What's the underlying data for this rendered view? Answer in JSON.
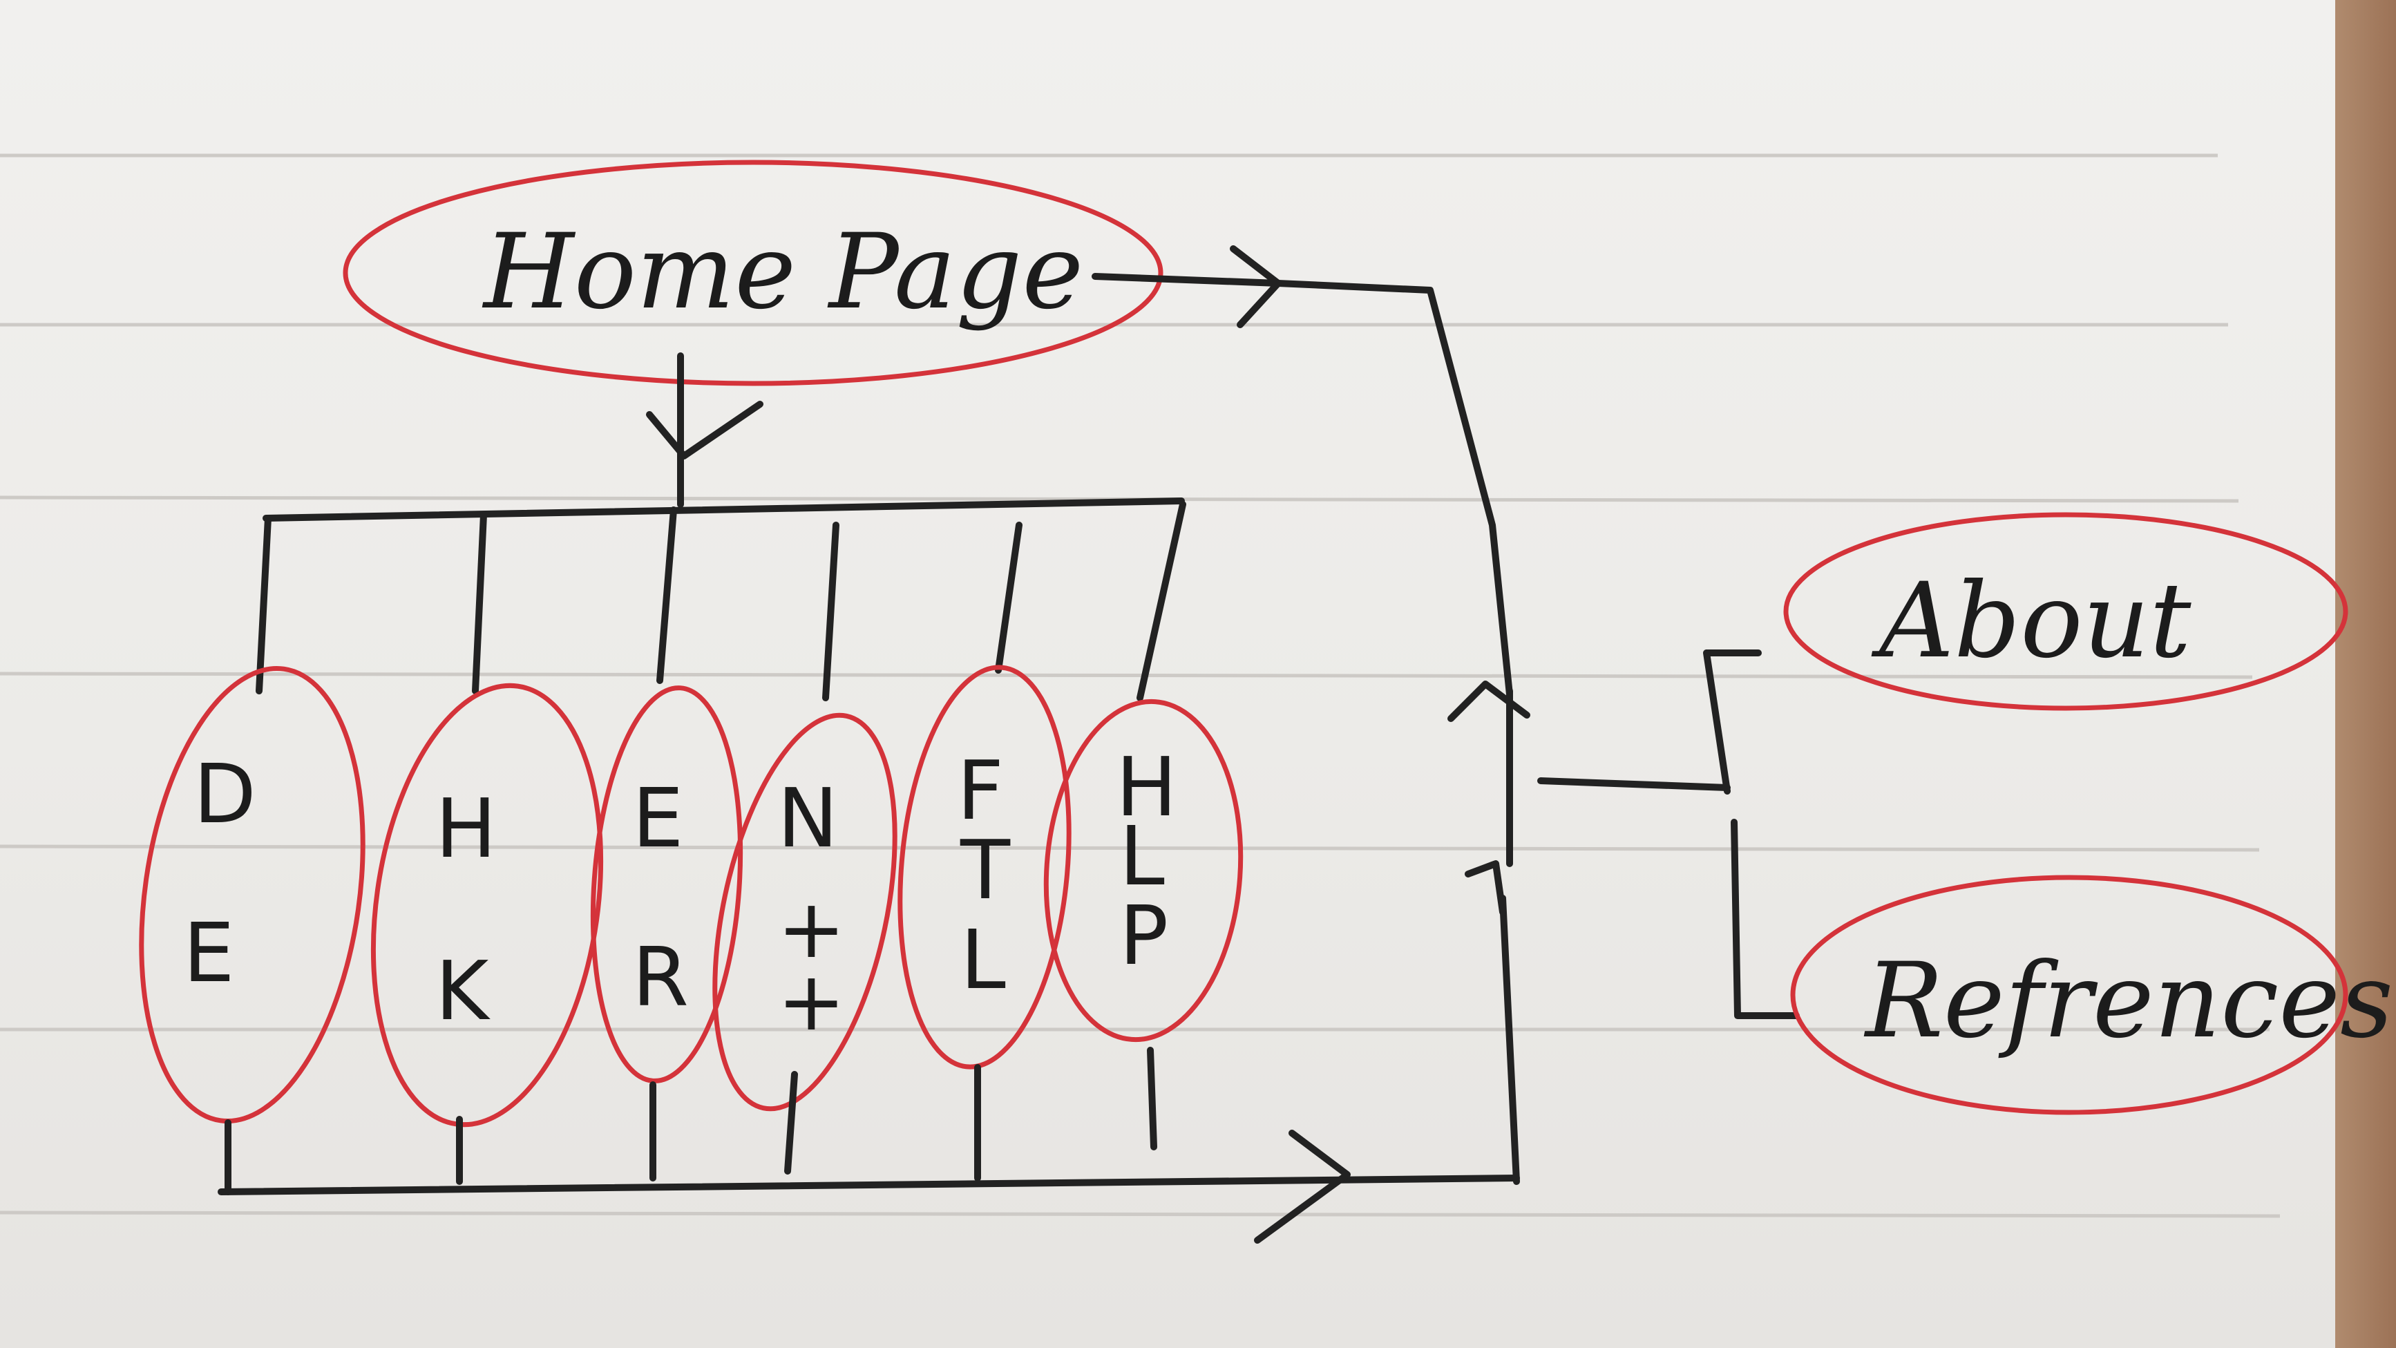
{
  "diagram": {
    "home": {
      "label": "Home Page"
    },
    "sections": [
      {
        "top": "D",
        "bottom": "E"
      },
      {
        "top": "H",
        "bottom": "K"
      },
      {
        "top": "E",
        "bottom": "R"
      },
      {
        "top": "N",
        "bottom": "+",
        "bottom2": "+"
      },
      {
        "top": "F",
        "middle": "T",
        "bottom": "L"
      },
      {
        "top": "H",
        "middle": "L",
        "bottom": "P"
      }
    ],
    "about": {
      "label": "About"
    },
    "references": {
      "label": "Refrences"
    },
    "colors": {
      "ink": "#222222",
      "highlight": "#d4333a",
      "paper": "#efeeec"
    }
  }
}
